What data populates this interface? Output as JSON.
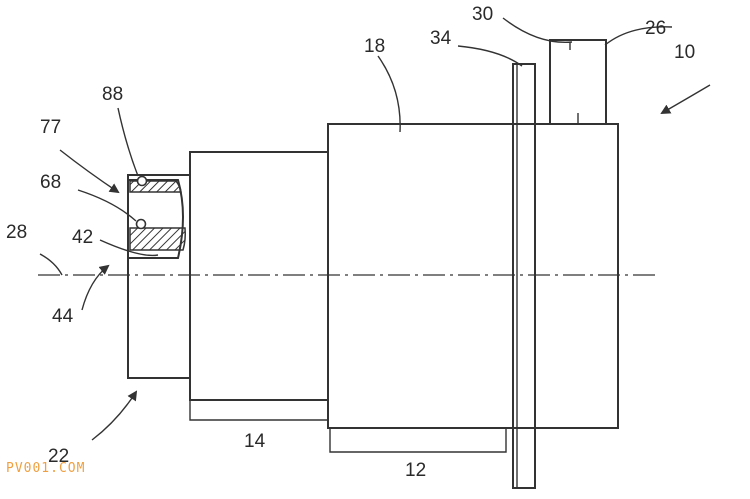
{
  "labels": {
    "r10": "10",
    "r12": "12",
    "r14": "14",
    "r18": "18",
    "r22": "22",
    "r26": "26",
    "r28": "28",
    "r30": "30",
    "r34": "34",
    "r42": "42",
    "r44": "44",
    "r68": "68",
    "r77": "77",
    "r88": "88"
  },
  "watermark": "PV001.COM"
}
